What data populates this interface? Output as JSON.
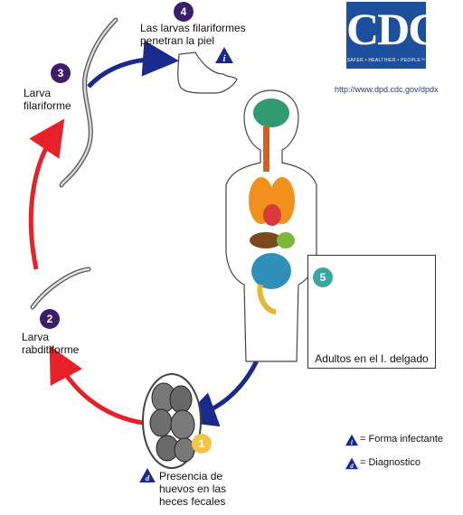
{
  "stages": {
    "s1": {
      "num": "1"
    },
    "s2": {
      "num": "2",
      "label_line1": "Larva",
      "label_line2": "rabditiforme"
    },
    "s3": {
      "num": "3",
      "label_line1": "Larva",
      "label_line2": "filariforme"
    },
    "s4": {
      "num": "4",
      "label_line1": "Las larvas filariformes",
      "label_line2": "penetran la piel"
    },
    "s5": {
      "num": "5",
      "label": "Adultos en el I. delgado"
    },
    "eggs": {
      "line1": "Presencia de",
      "line2": "huevos en las",
      "line3": "heces fecales"
    }
  },
  "legend": {
    "infective_symbol": "i",
    "infective_label": "= Forma infectante",
    "diagnostic_symbol": "d",
    "diagnostic_label": "=  Diagnostico"
  },
  "logo": {
    "text": "CDC",
    "tagline": "SAFER • HEALTHIER • PEOPLE™",
    "url": "http://www.dpd.cdc.gov/dpdx"
  },
  "colors": {
    "infective_arrow": "#e8202a",
    "diagnostic_arrow": "#1a2a8c",
    "stage_badge_purple": "#3d1e6b",
    "stage_badge_teal": "#3aa6a0",
    "stage_badge_yellow": "#f2c544",
    "symbol_navy": "#1a2a8c"
  }
}
